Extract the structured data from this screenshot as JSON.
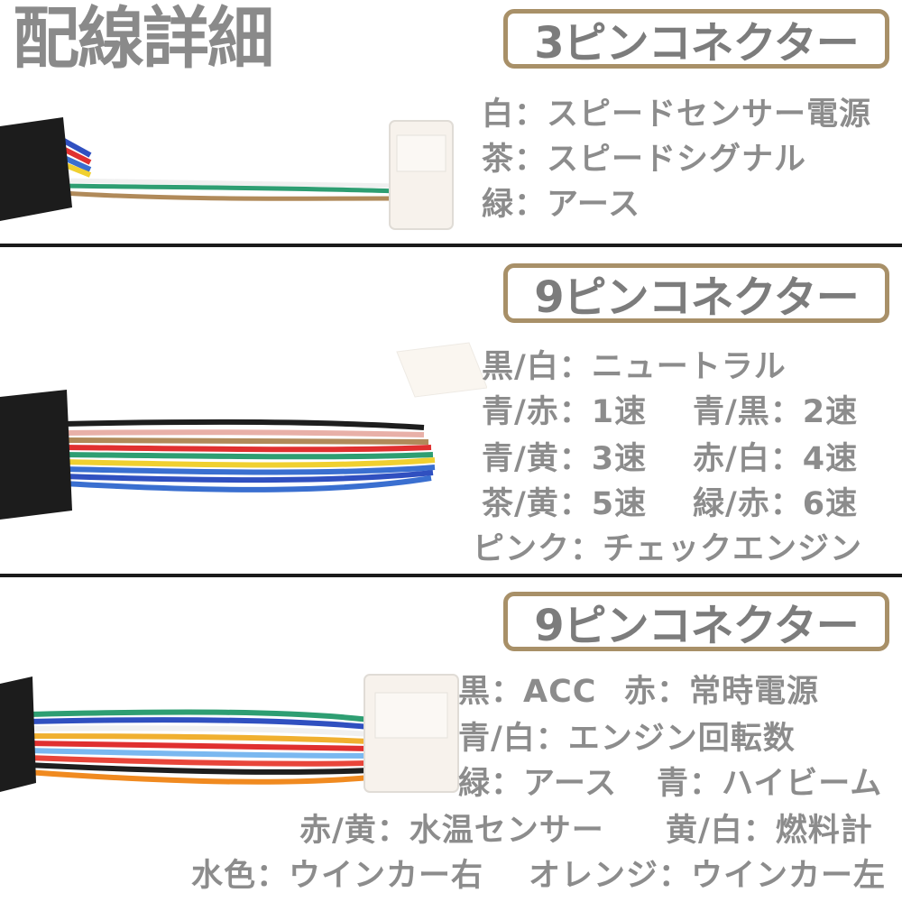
{
  "title": "配線詳細",
  "sections": [
    {
      "badge": "3ピンコネクター",
      "labels": [
        "白：スピードセンサー電源",
        "茶：スピードシグナル",
        "緑：アース"
      ]
    },
    {
      "badge": "9ピンコネクター",
      "labels": [
        "黒/白：ニュートラル",
        "青/赤：1速",
        "青/黒：2速",
        "青/黄：3速",
        "赤/白：4速",
        "茶/黄：5速",
        "緑/赤：6速",
        "ピンク：チェックエンジン"
      ]
    },
    {
      "badge": "9ピンコネクター",
      "labels": [
        "黒：ACC",
        "赤：常時電源",
        "青/白：エンジン回転数",
        "緑：アース",
        "青：ハイビーム",
        "赤/黄：水温センサー",
        "黄/白：燃料計",
        "水色：ウインカー右",
        "オレンジ：ウインカー左"
      ]
    }
  ],
  "colors": {
    "text": "#8c8c8c",
    "badge_border": "#a89068",
    "divider": "#1a1a1a",
    "sheath": "#1c1c1c"
  },
  "icons": [
    "cable-3pin",
    "cable-9pin-gear",
    "cable-9pin-meter",
    "connector-housing"
  ]
}
